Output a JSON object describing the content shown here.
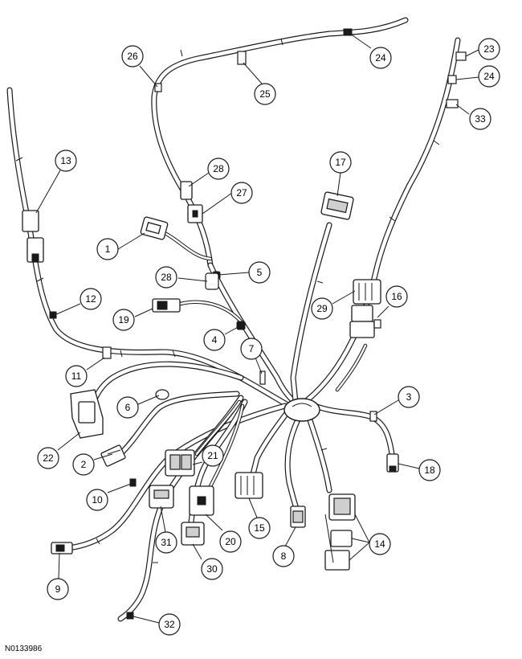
{
  "figure_id": "N0133986",
  "callouts": [
    "1",
    "2",
    "3",
    "4",
    "5",
    "6",
    "7",
    "8",
    "9",
    "10",
    "11",
    "12",
    "13",
    "14",
    "15",
    "16",
    "17",
    "18",
    "19",
    "20",
    "21",
    "22",
    "23",
    "24",
    "25",
    "26",
    "27",
    "28",
    "29",
    "30",
    "31",
    "32",
    "33"
  ],
  "colors": {
    "line": "#1a1a1a",
    "background": "#ffffff"
  }
}
